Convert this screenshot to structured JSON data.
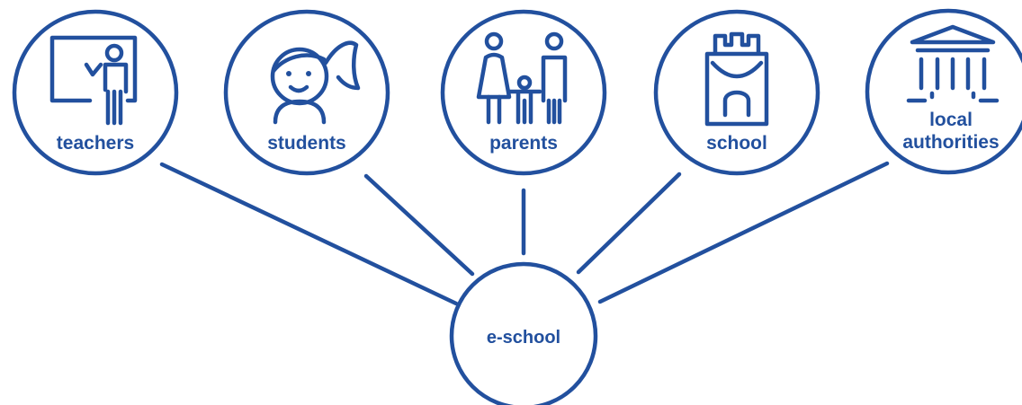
{
  "diagram": {
    "accent_color": "#22509e",
    "center": {
      "label": "e-school"
    },
    "nodes": [
      {
        "label": "teachers",
        "icon": "teacher-at-board-icon"
      },
      {
        "label": "students",
        "icon": "student-girl-icon"
      },
      {
        "label": "parents",
        "icon": "family-icon"
      },
      {
        "label": "school",
        "icon": "backpack-icon"
      },
      {
        "label_line1": "local",
        "label_line2": "authorities",
        "icon": "government-building-icon"
      }
    ]
  }
}
